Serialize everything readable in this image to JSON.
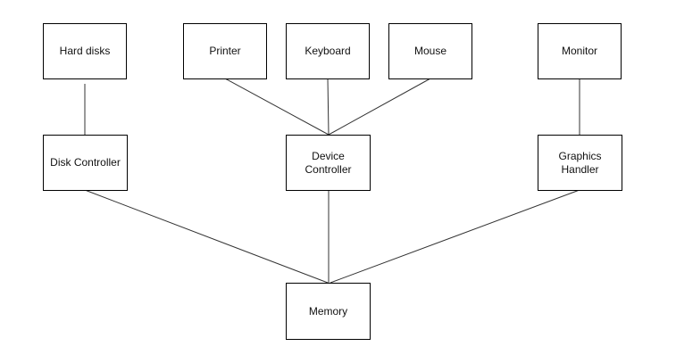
{
  "diagram": {
    "nodes": {
      "hard_disks": "Hard disks",
      "printer": "Printer",
      "keyboard": "Keyboard",
      "mouse": "Mouse",
      "monitor": "Monitor",
      "disk_controller": "Disk Controller",
      "device_controller": "Device\nController",
      "graphics_handler": "Graphics\nHandler",
      "memory": "Memory"
    },
    "edges": [
      [
        "hard_disks",
        "disk_controller"
      ],
      [
        "printer",
        "device_controller"
      ],
      [
        "keyboard",
        "device_controller"
      ],
      [
        "mouse",
        "device_controller"
      ],
      [
        "monitor",
        "graphics_handler"
      ],
      [
        "disk_controller",
        "memory"
      ],
      [
        "device_controller",
        "memory"
      ],
      [
        "graphics_handler",
        "memory"
      ]
    ]
  }
}
